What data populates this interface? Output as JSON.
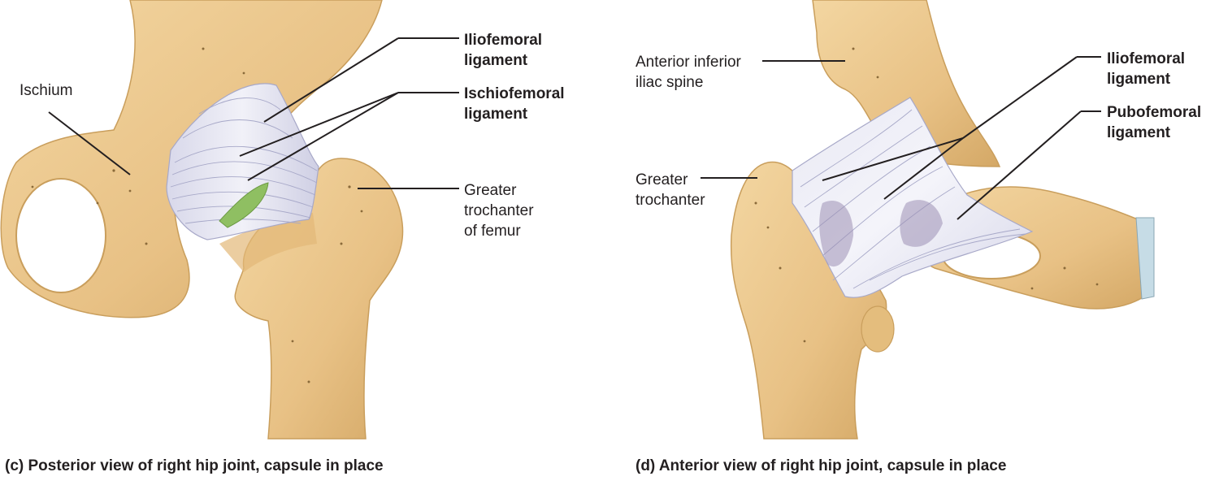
{
  "colors": {
    "bone": "#ecc98f",
    "bone_shadow": "#c99e5c",
    "ligament": "#e6e6f2",
    "ligament_line": "#a7a8c8",
    "ligament_shadow": "#9c8fb4",
    "cartilage": "#c6dce6",
    "synovial": "#8fbf62",
    "leader": "#231f20"
  },
  "panel_c": {
    "caption": "(c) Posterior view of right hip joint, capsule in place",
    "labels": {
      "ischium": "Ischium",
      "iliofemoral_line1": "Iliofemoral",
      "iliofemoral_line2": "ligament",
      "ischiofemoral_line1": "Ischiofemoral",
      "ischiofemoral_line2": "ligament",
      "greater_trochanter_line1": "Greater",
      "greater_trochanter_line2": "trochanter",
      "greater_trochanter_line3": "of femur"
    }
  },
  "panel_d": {
    "caption": "(d) Anterior view of right hip joint, capsule in place",
    "labels": {
      "aiis_line1": "Anterior inferior",
      "aiis_line2": "iliac spine",
      "greater_trochanter_line1": "Greater",
      "greater_trochanter_line2": "trochanter",
      "iliofemoral_line1": "Iliofemoral",
      "iliofemoral_line2": "ligament",
      "pubofemoral_line1": "Pubofemoral",
      "pubofemoral_line2": "ligament"
    }
  }
}
